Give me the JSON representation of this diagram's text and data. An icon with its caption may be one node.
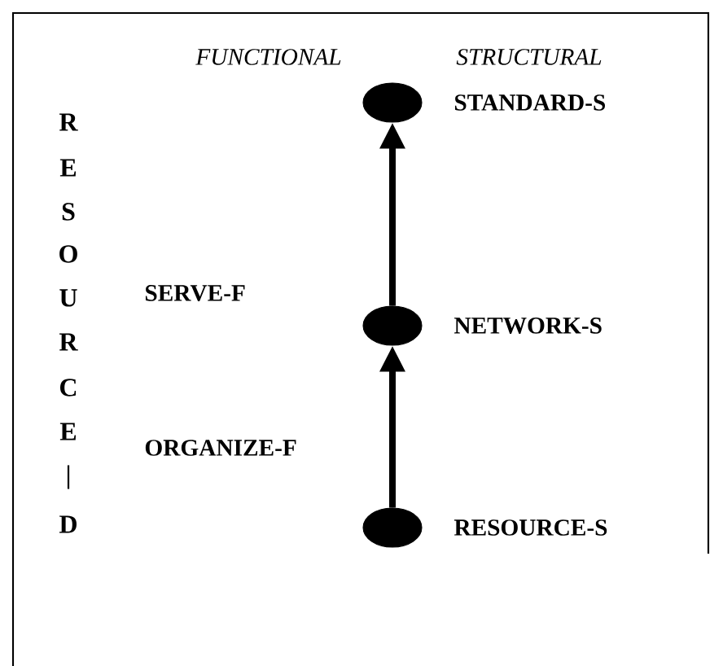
{
  "diagram": {
    "nodes": [
      {
        "text": [],
        "shape": "circle",
        "beside": [
          "STANDARD-S"
        ]
      },
      {
        "text": [],
        "shape": "circle",
        "beside": [
          "NETWORK-S"
        ]
      },
      {
        "text": [],
        "shape": "circle",
        "beside": [
          "RESOURCE-S"
        ]
      }
    ],
    "edges": [
      {
        "from": 2,
        "to": 1,
        "arrow": "to"
      },
      {
        "from": 1,
        "to": 0,
        "arrow": "to"
      }
    ],
    "labels": [
      "FUNCTIONAL",
      "STRUCTURAL",
      "R",
      "E",
      "S",
      "O",
      "U",
      "R",
      "C",
      "E",
      "|",
      "D",
      "SERVE-F",
      "ORGANIZE-F"
    ]
  }
}
